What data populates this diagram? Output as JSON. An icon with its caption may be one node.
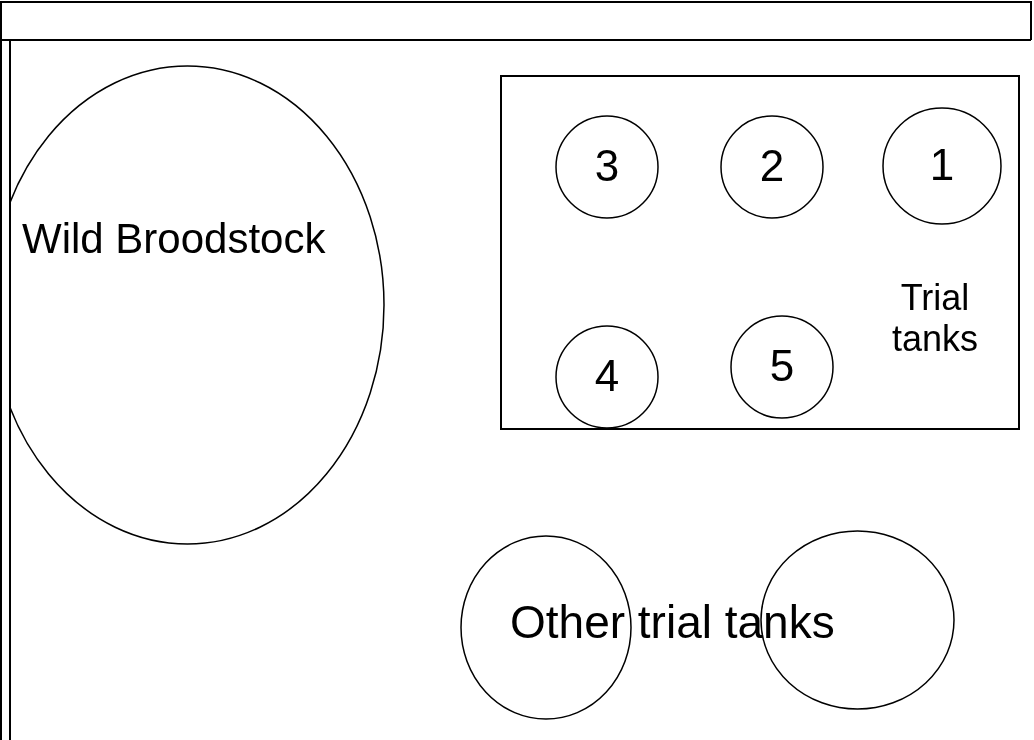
{
  "diagram": {
    "nodes": [
      {
        "text": [
          "Wild Broodstock"
        ]
      },
      {
        "text": [
          "Trial tanks"
        ]
      },
      {
        "text": [
          "3"
        ],
        "in": 1
      },
      {
        "text": [
          "2"
        ],
        "in": 1
      },
      {
        "text": [
          "1"
        ],
        "in": 1
      },
      {
        "text": [
          "4"
        ],
        "in": 1
      },
      {
        "text": [
          "5"
        ],
        "in": 1
      },
      {
        "text": [],
        "shape": "circle"
      },
      {
        "text": [],
        "shape": "circle"
      }
    ],
    "edges": [],
    "labels": [
      "Other trial tanks"
    ]
  }
}
